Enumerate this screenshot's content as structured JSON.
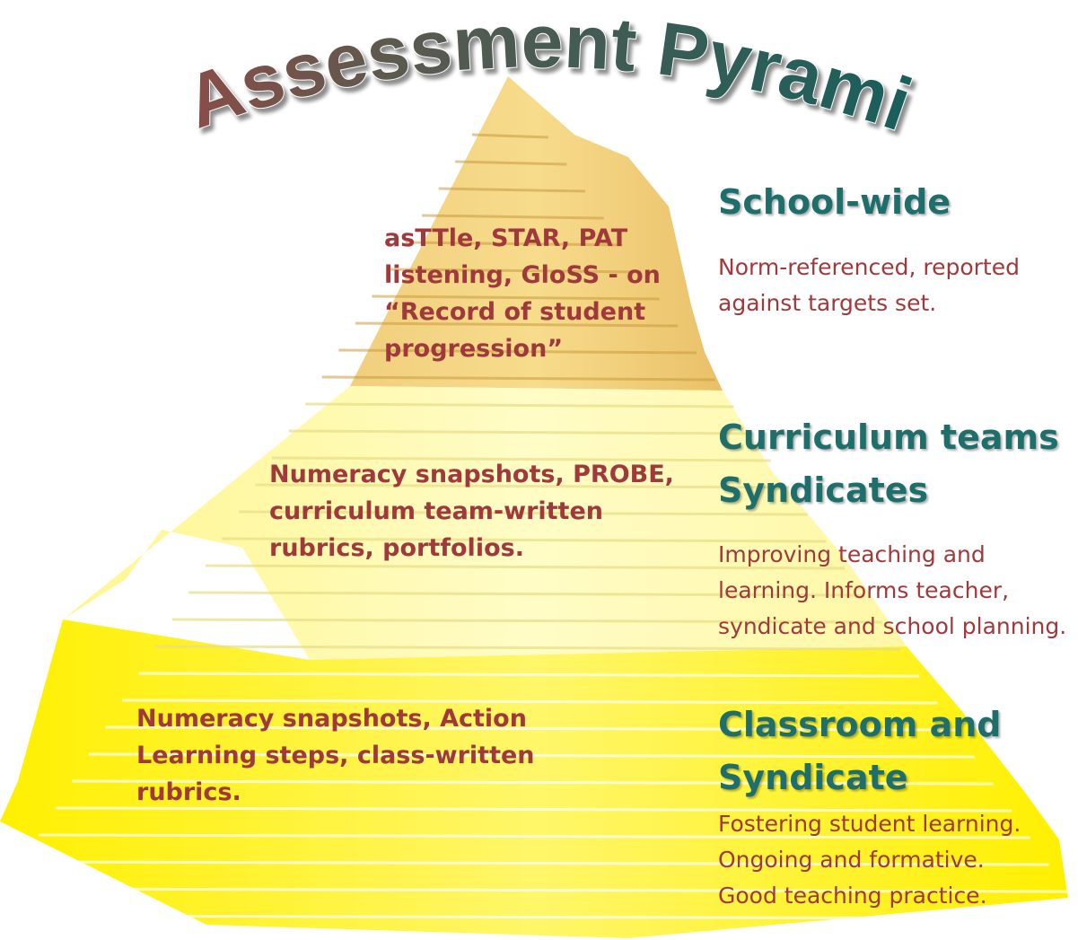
{
  "title": "Assessment Pyramid",
  "colors": {
    "title_fill_left": "#b8413f",
    "title_fill_mid": "#5a5a4f",
    "title_fill_right": "#175f5c",
    "level_title": "#1e6f6c",
    "body_text": "#a0393c",
    "pyramid_top": "#ecc462",
    "pyramid_middle": "#fff9a8",
    "pyramid_bottom": "#fff200"
  },
  "tiers": [
    {
      "level_title_lines": [
        "School-wide"
      ],
      "description_lines": [
        "Norm-referenced, reported",
        "against targets set."
      ],
      "pyramid_text_lines": [
        "asTTle, STAR, PAT",
        "listening, GloSS - on",
        "“Record of student",
        "progression”"
      ]
    },
    {
      "level_title_lines": [
        "Curriculum teams",
        "Syndicates"
      ],
      "description_lines": [
        "Improving teaching and",
        "learning. Informs teacher,",
        "syndicate and school planning."
      ],
      "pyramid_text_lines": [
        "Numeracy snapshots, PROBE,",
        "curriculum team-written",
        "rubrics,  portfolios."
      ]
    },
    {
      "level_title_lines": [
        "Classroom and",
        "Syndicate"
      ],
      "description_lines": [
        "Fostering student learning.",
        "Ongoing and formative.",
        "Good teaching practice."
      ],
      "pyramid_text_lines": [
        "Numeracy snapshots, Action",
        "Learning steps, class-written",
        "rubrics."
      ]
    }
  ]
}
